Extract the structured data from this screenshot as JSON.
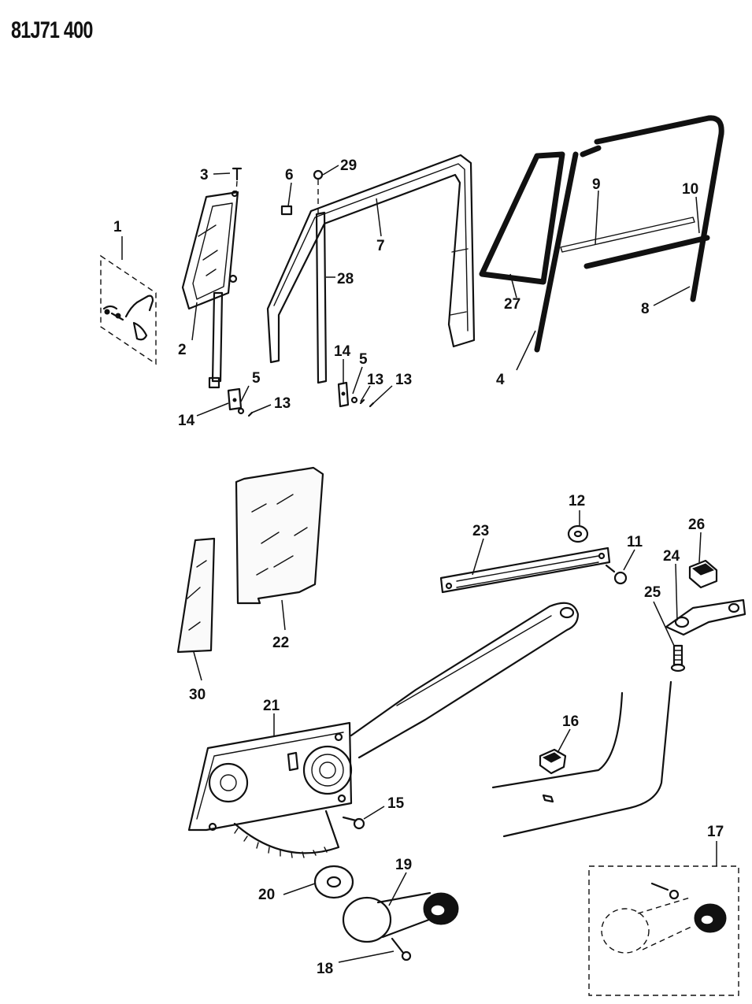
{
  "diagram": {
    "code": "81J71 400",
    "callouts": [
      "1",
      "2",
      "3",
      "4",
      "5",
      "5",
      "6",
      "7",
      "8",
      "9",
      "10",
      "11",
      "12",
      "13",
      "13",
      "13",
      "14",
      "14",
      "15",
      "16",
      "17",
      "18",
      "19",
      "20",
      "21",
      "22",
      "23",
      "24",
      "25",
      "26",
      "27",
      "28",
      "29",
      "30"
    ]
  }
}
